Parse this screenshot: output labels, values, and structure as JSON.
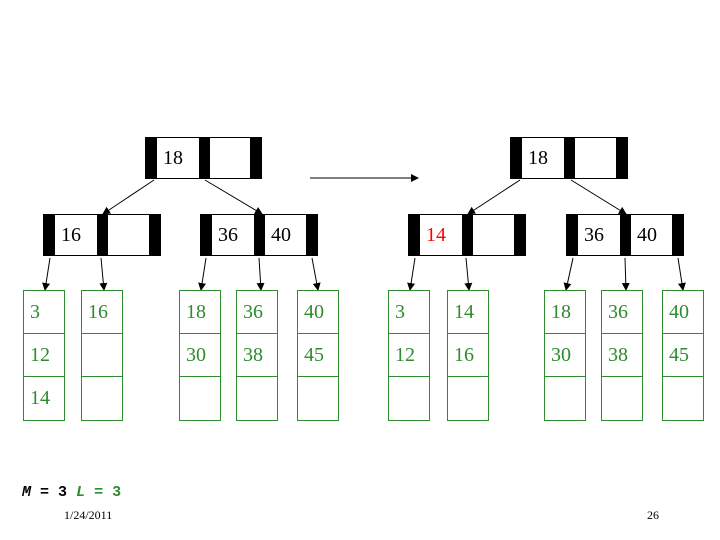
{
  "colors": {
    "leaf": "#2e8b2e",
    "highlight": "#ff0000",
    "line": "#000000"
  },
  "before": {
    "root": {
      "keys": [
        "18",
        ""
      ]
    },
    "left_internal": {
      "keys": [
        "16",
        ""
      ]
    },
    "right_internal": {
      "keys": [
        "36",
        "40"
      ]
    },
    "leaves": [
      [
        "3",
        "12",
        "14"
      ],
      [
        "16",
        "",
        ""
      ],
      [
        "18",
        "30",
        ""
      ],
      [
        "36",
        "38",
        ""
      ],
      [
        "40",
        "45",
        ""
      ]
    ]
  },
  "after": {
    "root": {
      "keys": [
        "18",
        ""
      ]
    },
    "left_internal": {
      "keys": [
        "14",
        ""
      ],
      "highlighted_key": "14"
    },
    "right_internal": {
      "keys": [
        "36",
        "40"
      ]
    },
    "leaves": [
      [
        "3",
        "12",
        ""
      ],
      [
        "14",
        "16",
        ""
      ],
      [
        "18",
        "30",
        ""
      ],
      [
        "36",
        "38",
        ""
      ],
      [
        "40",
        "45",
        ""
      ]
    ]
  },
  "footer": {
    "m_label": "M",
    "eq1": " = ",
    "m_value": "3",
    "l_label": "L",
    "eq2": " = ",
    "l_value": "3",
    "date": "1/24/2011",
    "page": "26"
  }
}
